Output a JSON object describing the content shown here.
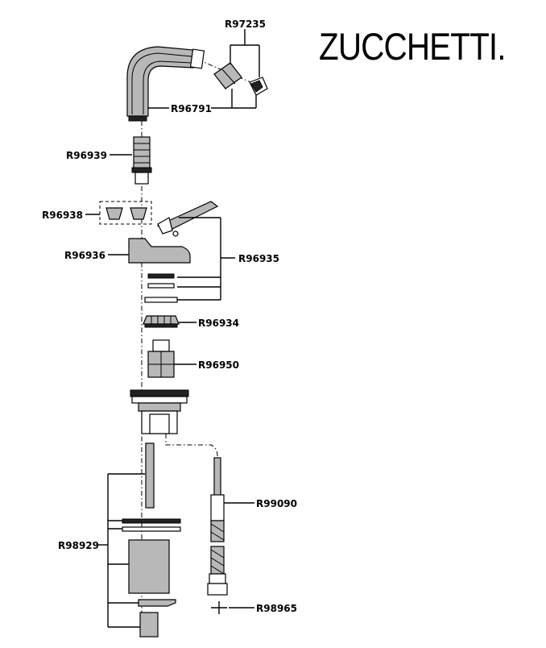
{
  "brand": {
    "logo_text": "ZUCCHETTI."
  },
  "parts": [
    {
      "code": "R97235"
    },
    {
      "code": "R96791"
    },
    {
      "code": "R96939"
    },
    {
      "code": "R96938"
    },
    {
      "code": "R96936"
    },
    {
      "code": "R96935"
    },
    {
      "code": "R96934"
    },
    {
      "code": "R96950"
    },
    {
      "code": "R99090"
    },
    {
      "code": "R98929"
    },
    {
      "code": "R98965"
    }
  ]
}
